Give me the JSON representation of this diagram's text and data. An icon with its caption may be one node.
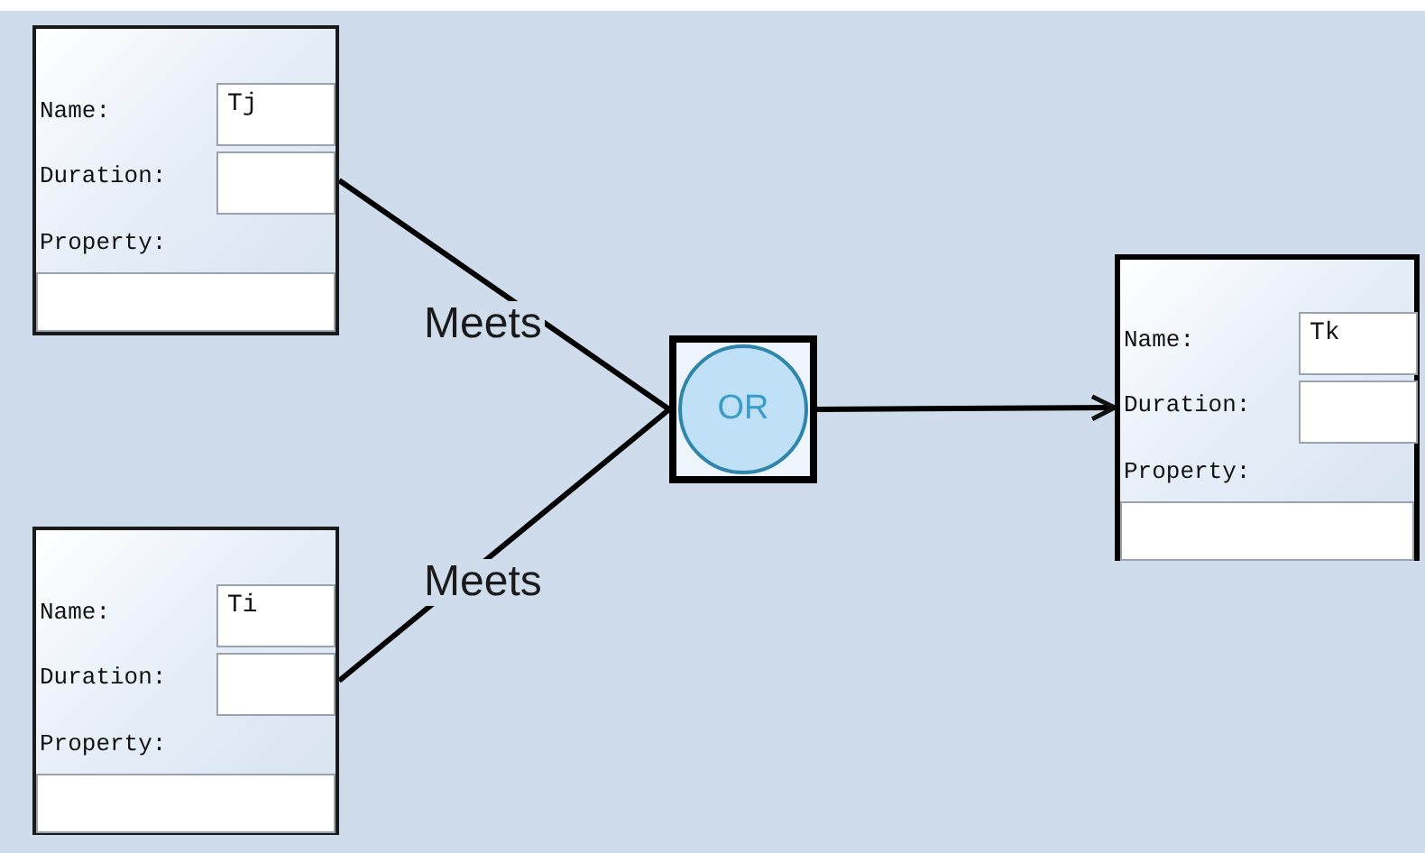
{
  "diagram": {
    "nodes": [
      {
        "text": [
          "Name:",
          "Tj",
          "Duration:",
          "Property:"
        ]
      },
      {
        "text": [
          "OR"
        ]
      },
      {
        "text": [
          "Name:",
          "Tk",
          "Duration:",
          "Property:"
        ]
      },
      {
        "text": [
          "Name:",
          "Ti",
          "Duration:",
          "Property:"
        ]
      }
    ],
    "edges": [
      {
        "from": 0,
        "to": 1,
        "arrow": "none",
        "label": "Meets"
      },
      {
        "from": 3,
        "to": 1,
        "arrow": "none",
        "label": "Meets"
      },
      {
        "from": 1,
        "to": 2,
        "arrow": "to"
      }
    ]
  }
}
